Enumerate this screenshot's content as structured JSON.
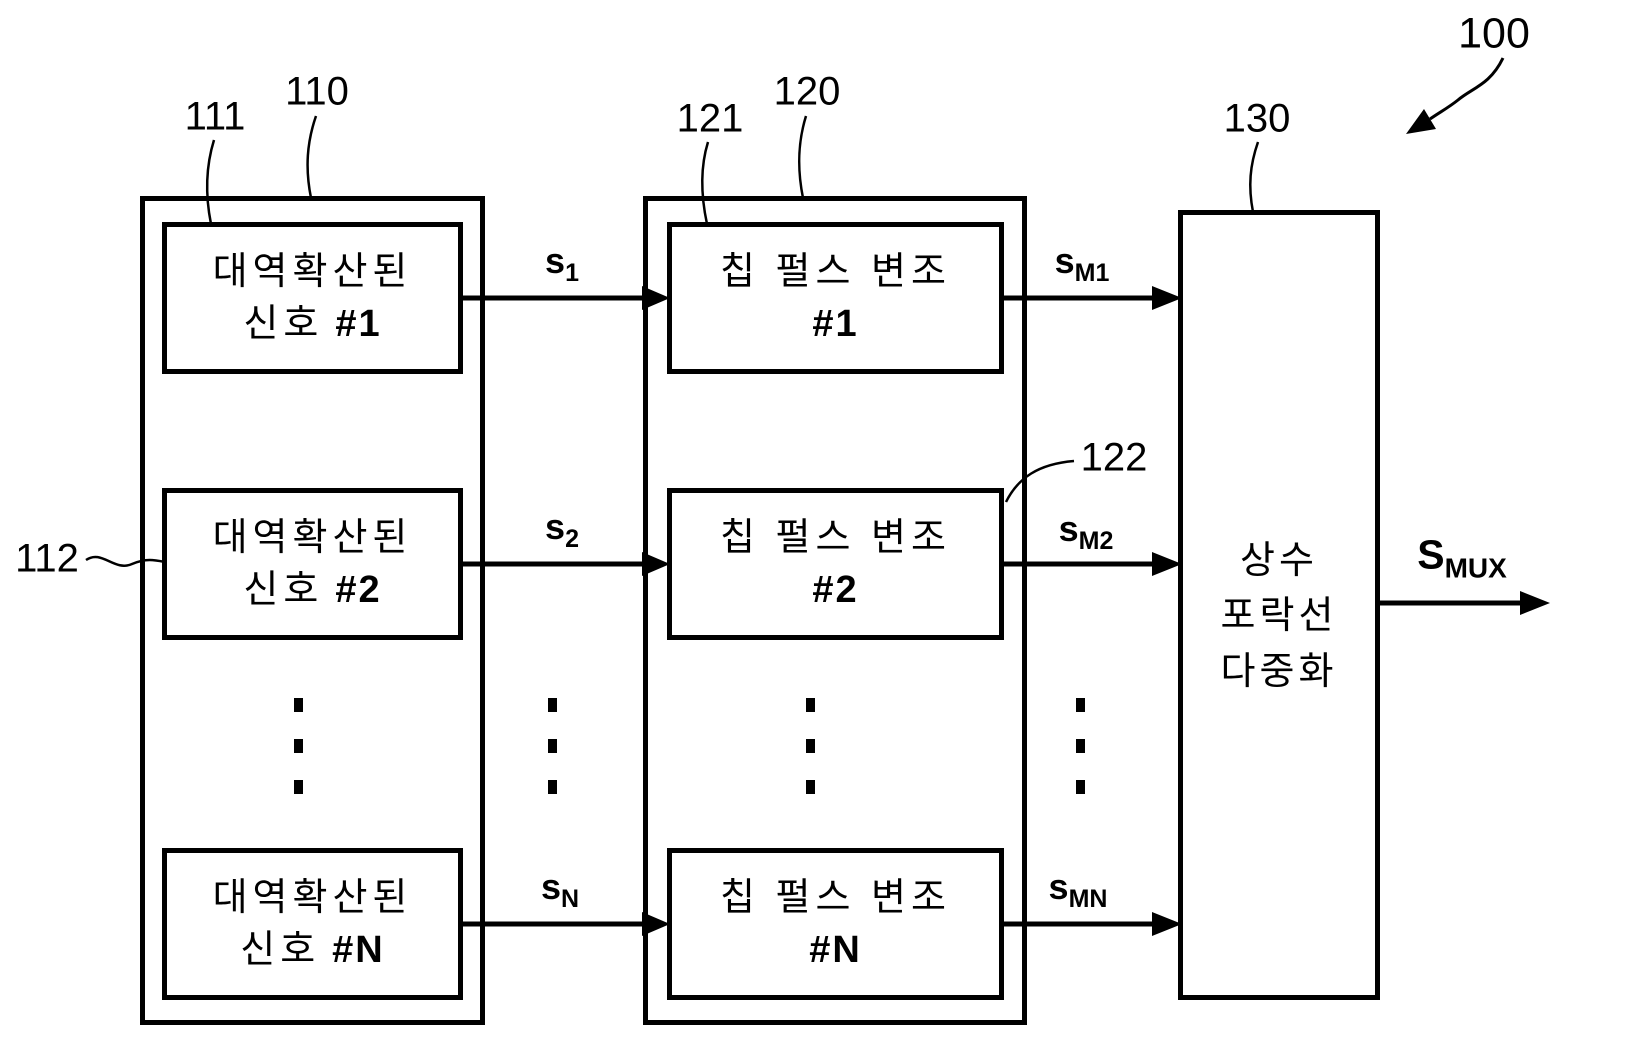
{
  "figure_ref": "100",
  "left_group": {
    "ref": "110",
    "inner_ref_top": "111",
    "inner_ref_side": "112",
    "boxes": [
      {
        "line1": "대역확산된",
        "line2_text": "신호",
        "line2_num": "#1"
      },
      {
        "line1": "대역확산된",
        "line2_text": "신호",
        "line2_num": "#2"
      },
      {
        "line1": "대역확산된",
        "line2_text": "신호",
        "line2_num": "#N"
      }
    ]
  },
  "middle_group": {
    "ref": "120",
    "inner_ref_top": "121",
    "inner_ref_side": "122",
    "boxes": [
      {
        "line1": "칩 펄스 변조",
        "line2_num": "#1"
      },
      {
        "line1": "칩 펄스 변조",
        "line2_num": "#2"
      },
      {
        "line1": "칩 펄스 변조",
        "line2_num": "#N"
      }
    ]
  },
  "right_box": {
    "ref": "130",
    "lines": [
      "상수",
      "포락선",
      "다중화"
    ]
  },
  "signals": {
    "s1": {
      "base": "s",
      "sub": "1"
    },
    "s2": {
      "base": "s",
      "sub": "2"
    },
    "sN": {
      "base": "s",
      "sub": "N"
    },
    "sM1": {
      "base": "s",
      "sub": "M1"
    },
    "sM2": {
      "base": "s",
      "sub": "M2"
    },
    "sMN": {
      "base": "s",
      "sub": "MN"
    },
    "sMUX": {
      "base": "S",
      "sub": "MUX"
    }
  },
  "colors": {
    "stroke": "#000000",
    "background": "#ffffff"
  }
}
